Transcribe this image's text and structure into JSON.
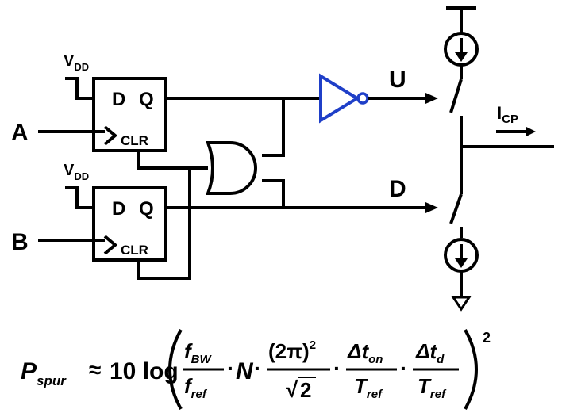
{
  "colors": {
    "wire": "#000000",
    "inverter": "#1f3fc8",
    "background": "#ffffff"
  },
  "inputs": {
    "a": "A",
    "b": "B"
  },
  "flipflop_top": {
    "d": "D",
    "q": "Q",
    "clr": "CLR",
    "vdd": "V",
    "vdd_sub": "DD"
  },
  "flipflop_bottom": {
    "d": "D",
    "q": "Q",
    "clr": "CLR",
    "vdd": "V",
    "vdd_sub": "DD"
  },
  "outputs": {
    "up": "U",
    "down": "D"
  },
  "current": {
    "label": "I",
    "label_sub": "CP"
  },
  "icons": [
    "inverter-icon",
    "and-gate-icon",
    "current-source-icon",
    "switch-icon",
    "ground-icon"
  ],
  "equation": {
    "p": "P",
    "p_sub": "spur",
    "approx": "≈",
    "ten_log": "10 log",
    "f_bw": "f",
    "f_bw_sub": "BW",
    "f_ref": "f",
    "f_ref_sub": "ref",
    "n": "N",
    "two_pi": "(2π)",
    "two_pi_exp": "2",
    "sqrt_two": "2",
    "sqrt_sym": "√",
    "dt_on": "Δt",
    "dt_on_sub": "on",
    "t_ref1": "T",
    "t_ref1_sub": "ref",
    "dt_d": "Δt",
    "dt_d_sub": "d",
    "t_ref2": "T",
    "t_ref2_sub": "ref",
    "dot": "·",
    "outer_exp": "2"
  }
}
